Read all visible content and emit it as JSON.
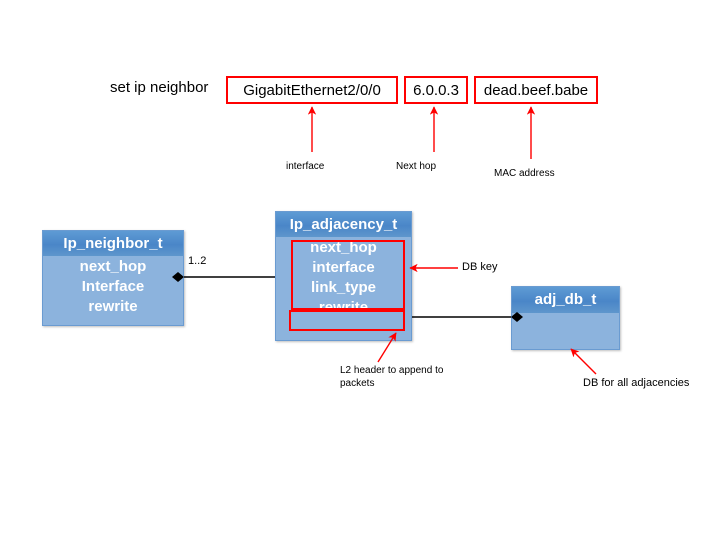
{
  "command": {
    "label": "set ip neighbor",
    "fields": [
      {
        "name": "interface",
        "value": "GigabitEthernet2/0/0",
        "caption": "interface"
      },
      {
        "name": "next-hop",
        "value": "6.0.0.3",
        "caption": "Next hop"
      },
      {
        "name": "mac",
        "value": "dead.beef.babe",
        "caption": "MAC address"
      }
    ]
  },
  "classes": {
    "neighbor": {
      "title": "Ip_neighbor_t",
      "attributes": [
        "next_hop",
        "Interface",
        "rewrite"
      ]
    },
    "adjacency": {
      "title": "Ip_adjacency_t",
      "attributes": [
        "next_hop",
        "interface",
        "link_type",
        "rewrite"
      ]
    },
    "adj_db": {
      "title": "adj_db_t",
      "attributes": []
    }
  },
  "relations": {
    "neighbor_to_adjacency_multiplicity": "1..2"
  },
  "annotations": {
    "db_key": "DB key",
    "l2_header": "L2 header to append to packets",
    "db_all": "DB for all adjacencies"
  },
  "colors": {
    "highlight": "#ff0000",
    "class_header": "#4a86c8",
    "class_body": "#8cb3dd",
    "connector": "#000000"
  }
}
